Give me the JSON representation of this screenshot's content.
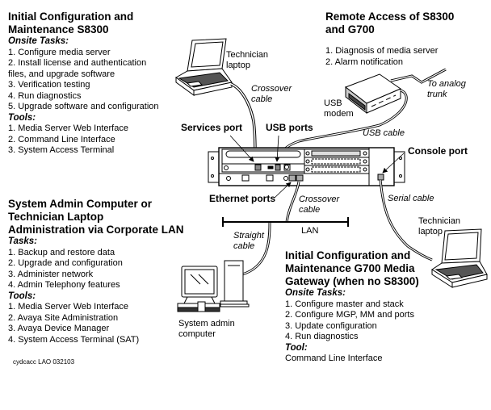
{
  "blocks": {
    "s8300_config": {
      "title_line1": "Initial Configuration and",
      "title_line2": "Maintenance S8300",
      "tasks_heading": "Onsite Tasks:",
      "tasks": [
        "1. Configure media server",
        "2. Install license and authentication",
        "files, and upgrade software",
        "3. Verification testing",
        "4. Run diagnostics",
        "5. Upgrade software and configuration"
      ],
      "tools_heading": "Tools:",
      "tools": [
        "1. Media Server Web Interface",
        "2. Command Line Interface",
        "3. System Access Terminal"
      ]
    },
    "remote_access": {
      "title_line1": "Remote Access of S8300",
      "title_line2": "and G700",
      "items": [
        "1. Diagnosis of media server",
        "2. Alarm notification"
      ]
    },
    "lan_admin": {
      "title_line1": "System Admin Computer or",
      "title_line2": "Technician Laptop",
      "title_line3": "Administration via Corporate LAN",
      "tasks_heading": "Tasks:",
      "tasks": [
        "1. Backup and restore data",
        "2. Upgrade and configuration",
        "3. Administer network",
        "4. Admin Telephony features"
      ],
      "tools_heading": "Tools:",
      "tools": [
        "1. Media Server Web Interface",
        "2. Avaya Site Administration",
        "3. Avaya Device Manager",
        "4. System Access Terminal (SAT)"
      ]
    },
    "g700_config": {
      "title_line1": "Initial Configuration and",
      "title_line2": "Maintenance G700 Media",
      "title_line3": "Gateway (when no S8300)",
      "tasks_heading": "Onsite Tasks:",
      "tasks": [
        "1. Configure master and stack",
        "2. Configure MGP, MM and ports",
        "3. Update configuration",
        "4. Run diagnostics"
      ],
      "tool_heading": "Tool:",
      "tool": "Command Line Interface"
    }
  },
  "labels": {
    "technician_laptop_top_1": "Technician",
    "technician_laptop_top_2": "laptop",
    "crossover_cable_top_1": "Crossover",
    "crossover_cable_top_2": "cable",
    "services_port": "Services port",
    "usb_ports": "USB ports",
    "usb_modem_1": "USB",
    "usb_modem_2": "modem",
    "to_analog_trunk_1": "To analog",
    "to_analog_trunk_2": "trunk",
    "usb_cable": "USB cable",
    "console_port": "Console port",
    "ethernet_ports": "Ethernet ports",
    "crossover_cable_mid_1": "Crossover",
    "crossover_cable_mid_2": "cable",
    "serial_cable": "Serial cable",
    "technician_laptop_right_1": "Technician",
    "technician_laptop_right_2": "laptop",
    "lan": "LAN",
    "straight_cable_1": "Straight",
    "straight_cable_2": "cable",
    "system_admin_1": "System admin",
    "system_admin_2": "computer",
    "figure_id": "cydcacc LAO 032103"
  }
}
